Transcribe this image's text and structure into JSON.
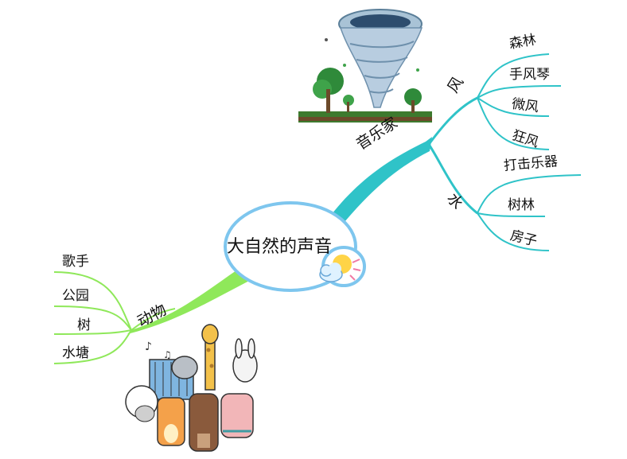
{
  "center": {
    "label": "大自然的声音"
  },
  "branches": {
    "musician": {
      "label": "音乐家",
      "color": "#2fc3c8",
      "sub": {
        "wind": {
          "label": "风",
          "leaves": [
            "森林",
            "手风琴",
            "微风",
            "狂风"
          ]
        },
        "water": {
          "label": "水",
          "leaves": [
            "打击乐器",
            "树林",
            "房子"
          ]
        }
      }
    },
    "animals": {
      "label": "动物",
      "color": "#8fe85a",
      "leaves": [
        "歌手",
        "公园",
        "树",
        "水塘"
      ]
    }
  },
  "illustrations": {
    "tornado": "tornado-illustration",
    "animals": "animal-band-illustration",
    "weather": "sun-cloud-icon"
  }
}
